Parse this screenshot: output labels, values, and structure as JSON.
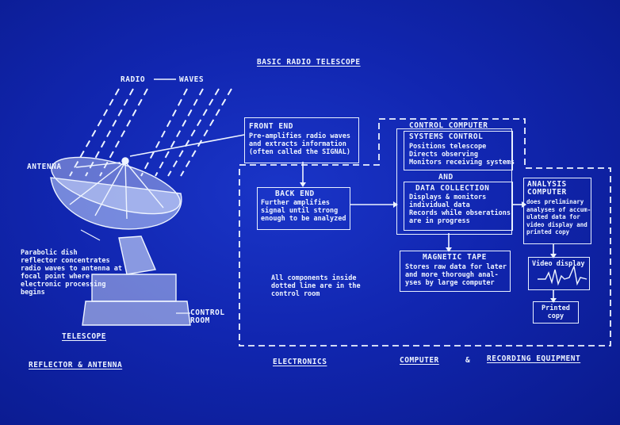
{
  "title": "BASIC RADIO TELESCOPE",
  "radio_waves": {
    "radio": "RADIO",
    "waves": "WAVES"
  },
  "antenna_label": "ANTENNA",
  "reflector_note": "Parabolic dish\nreflector concentrates\nradio waves to antenna at\nfocal point where\nelectronic processing\nbegins",
  "telescope_label": "TELESCOPE",
  "control_room_label": "CONTROL\nROOM",
  "front_end": {
    "title": "FRONT END",
    "text": "Pre-amplifies radio waves\nand extracts information\n(often called the SIGNAL)"
  },
  "back_end": {
    "title": "BACK END",
    "text": "Further amplifies\nsignal until strong\nenough to be analyzed"
  },
  "control_computer": {
    "title": "CONTROL COMPUTER"
  },
  "systems_control": {
    "title": "SYSTEMS CONTROL",
    "text": "Positions telescope\nDirects observing\nMonitors receiving systems"
  },
  "and_label": "AND",
  "data_collection": {
    "title": "DATA COLLECTION",
    "text": "Displays & monitors\nindividual data\nRecords while obserations\nare in progress"
  },
  "magnetic_tape": {
    "title": "MAGNETIC TAPE",
    "text": "Stores raw data for later\nand more thorough anal-\nyses by large computer"
  },
  "analysis_computer": {
    "title": "ANALYSIS\nCOMPUTER",
    "text": "does preliminary\nanalyses of accum-\nulated data for\nvideo display and\nprinted copy"
  },
  "video_display": "Video display",
  "printed_copy": "Printed\ncopy",
  "dotted_note": "All components inside\ndotted line are in the\ncontrol room",
  "footer": {
    "reflector": "REFLECTOR & ANTENNA",
    "electronics": "ELECTRONICS",
    "computer": "COMPUTER",
    "amp": "&",
    "recording": "RECORDING EQUIPMENT"
  },
  "colors": {
    "background": "#1126b0",
    "lines": "#e8f0ff"
  }
}
